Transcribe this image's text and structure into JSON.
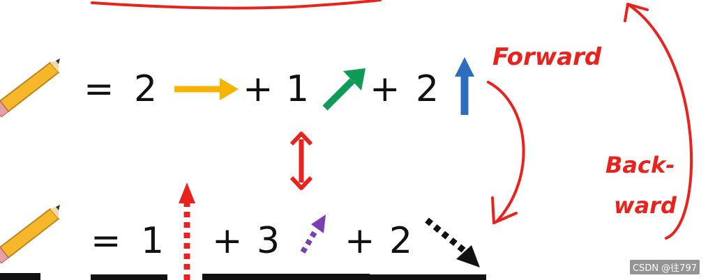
{
  "row1": {
    "equals": "=",
    "t1": "2",
    "plus1": "+",
    "t2": "1",
    "plus2": "+",
    "t3": "2"
  },
  "row2": {
    "equals": "=",
    "t1": "1",
    "plus1": "+",
    "t2": "3",
    "plus2": "+",
    "t3": "2"
  },
  "labels": {
    "forward": "Forward",
    "backward_line1": "Back-",
    "backward_line2": "ward"
  },
  "watermark": "CSDN @往797",
  "colors": {
    "yellow_arrow": "#f6b400",
    "green_arrow": "#0f9b57",
    "blue_arrow": "#2d6fbf",
    "red_arrow": "#e8231d",
    "purple_arrow": "#7a3fb0",
    "black_arrow": "#111111",
    "annotation_red": "#e8231d"
  },
  "icons": [
    "pencil-icon"
  ]
}
